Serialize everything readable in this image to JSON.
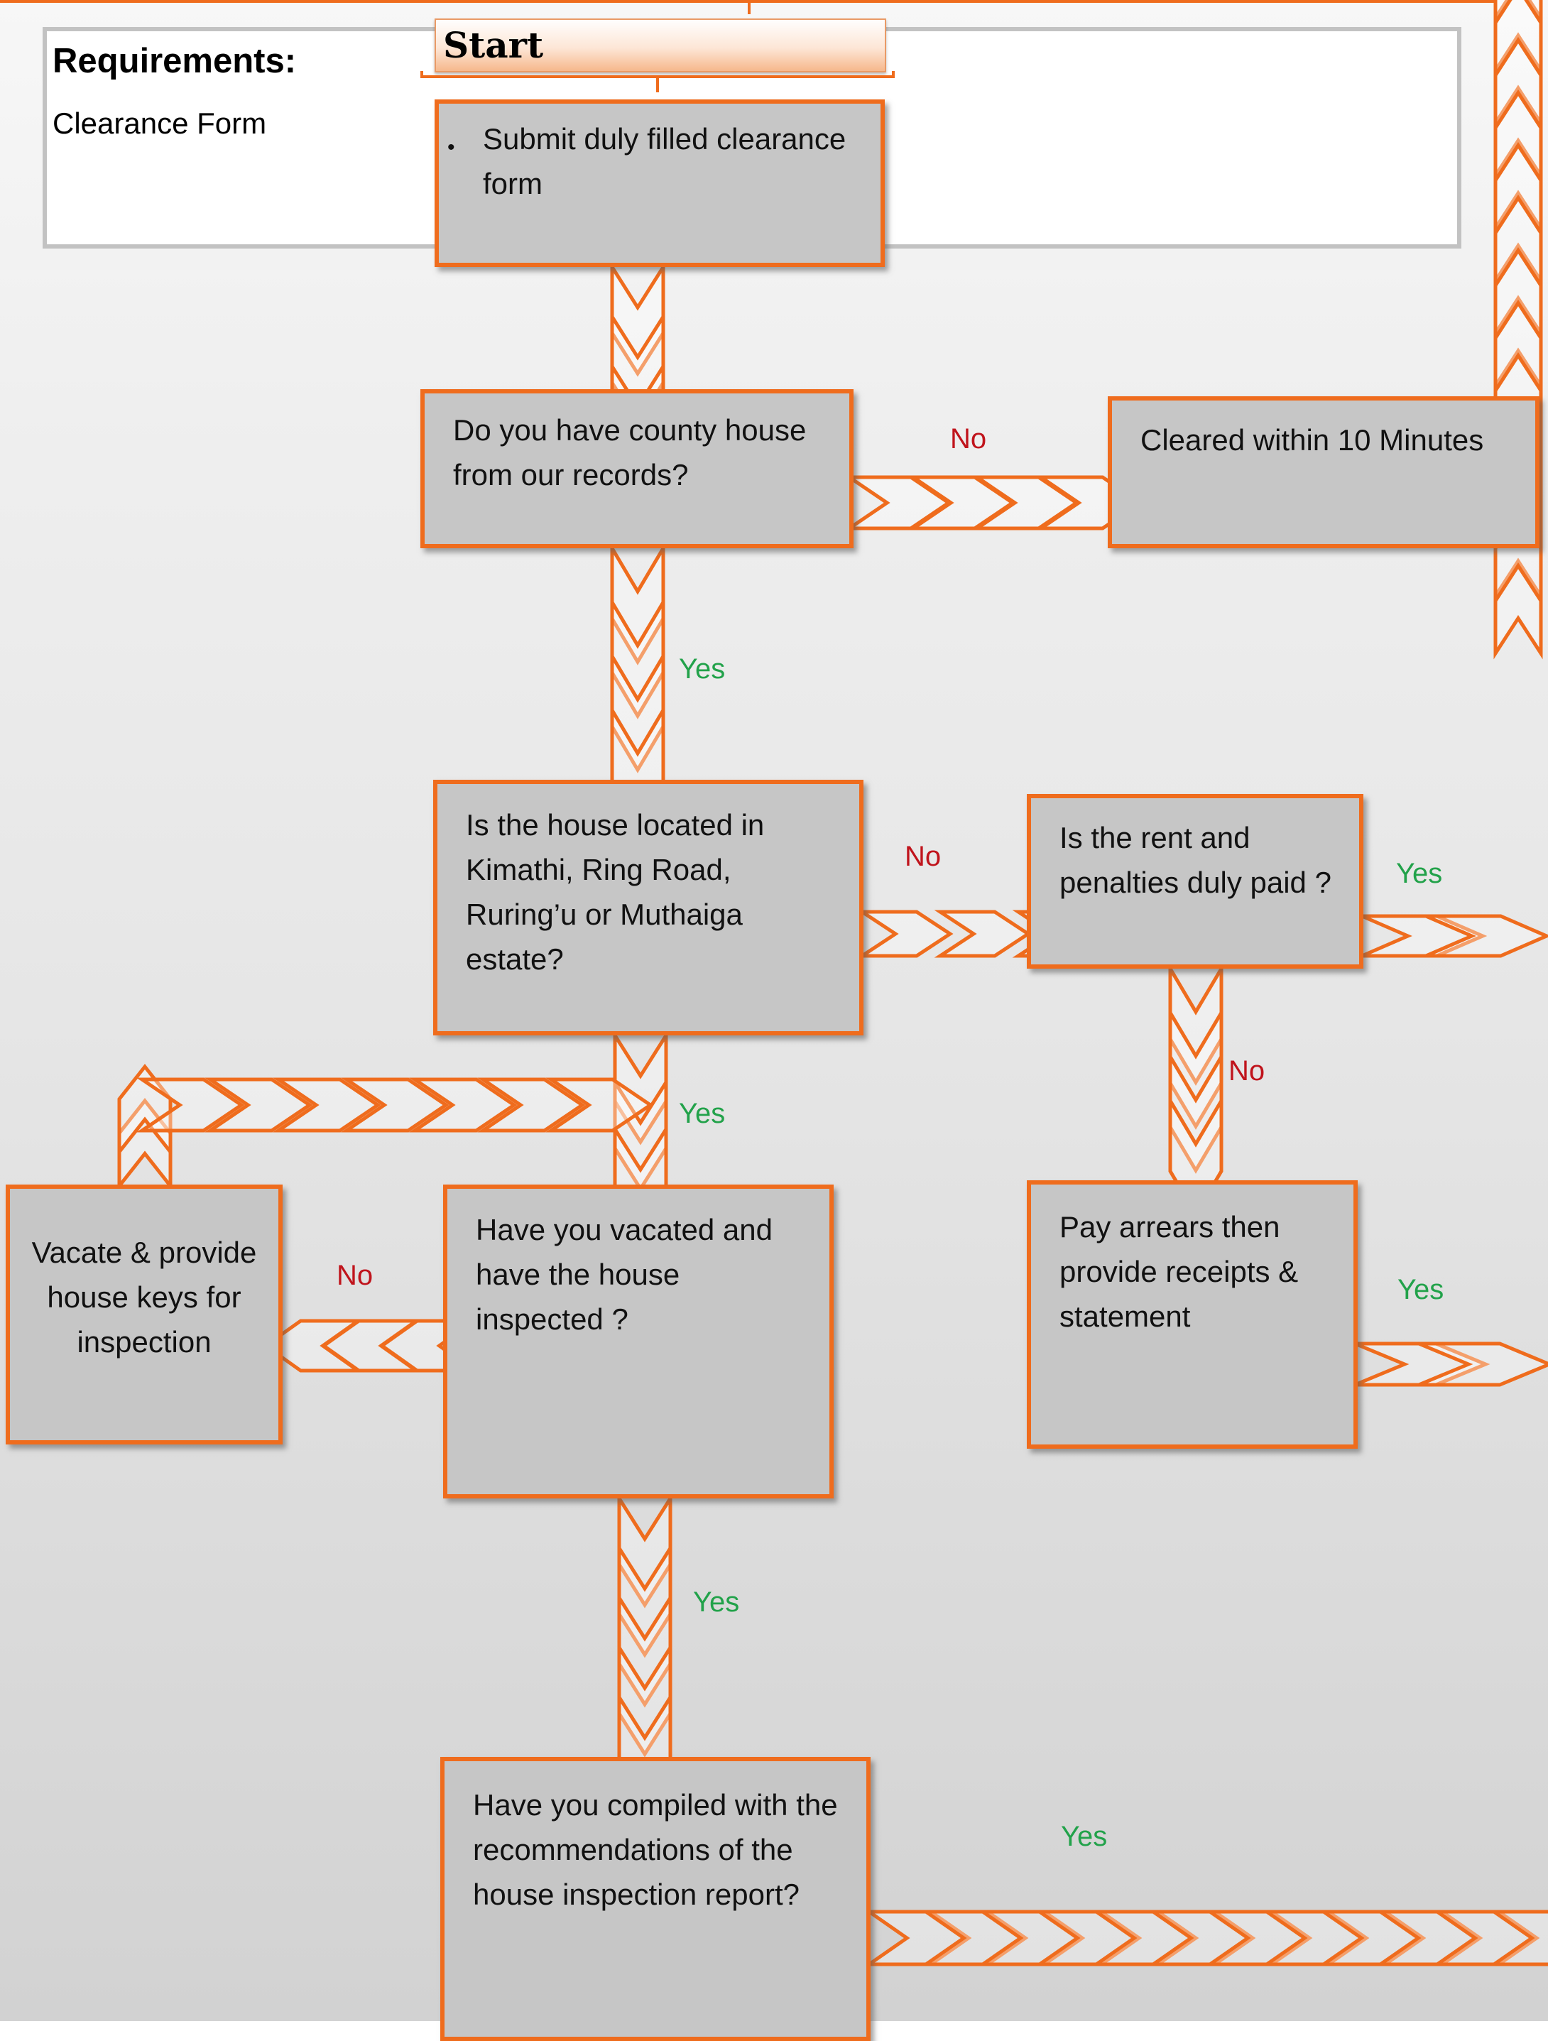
{
  "header": {
    "requirements_title": "Requirements:",
    "requirements_item": "Clearance Form",
    "start_label": "Start"
  },
  "nodes": {
    "submit": "Submit duly filled clearance form",
    "county_house": "Do you have county house from our records?",
    "cleared": "Cleared within 10 Minutes",
    "estate": "Is the house located in Kimathi, Ring Road, Ruring’u or Muthaiga estate?",
    "rent_paid": "Is the rent and penalties duly paid ?",
    "vacated": "Have you vacated and have the house inspected ?",
    "vacate_keys": "Vacate & provide house keys for inspection",
    "pay_arrears": "Pay arrears then provide receipts & statement",
    "complied": "Have you compiled with the recommendations of the house inspection report?"
  },
  "edge_labels": {
    "county_no": "No",
    "county_yes": "Yes",
    "estate_no": "No",
    "estate_yes": "Yes",
    "rent_yes": "Yes",
    "rent_no": "No",
    "vacated_no": "No",
    "vacated_yes": "Yes",
    "arrears_yes": "Yes",
    "complied_yes": "Yes"
  },
  "colors": {
    "accent": "#ef6c1d",
    "box_fill": "#c6c6c6",
    "no_label": "#c0141c",
    "yes_label": "#22a24a"
  }
}
